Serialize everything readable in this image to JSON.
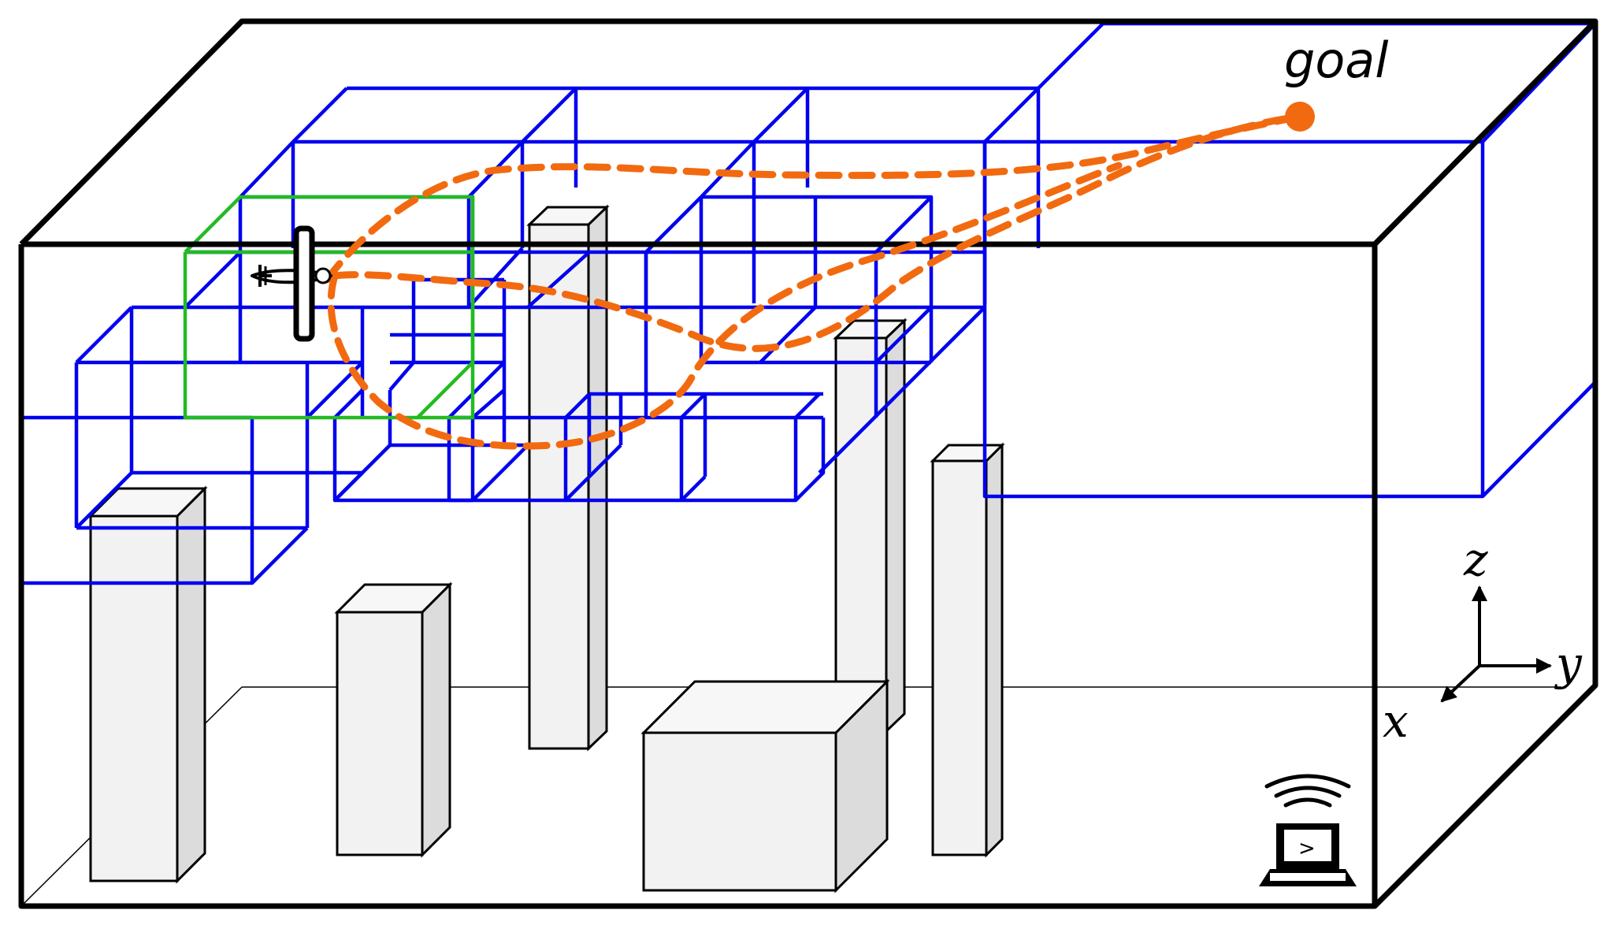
{
  "labels": {
    "goal": "goal",
    "axis_z": "z",
    "axis_y": "y",
    "axis_x": "x"
  },
  "terminal": {
    "prompt": ">"
  },
  "icons": {
    "vehicle": "aircraft-icon",
    "ground_station": "laptop-wifi-icon",
    "axes": "coordinate-axes-icon"
  },
  "colors": {
    "outline": "#000000",
    "grid": "#0000ee",
    "active_cell": "#22bb22",
    "path": "#f26a10",
    "obstacle_front": "#f2f2f2",
    "obstacle_side": "#dcdcdc"
  }
}
